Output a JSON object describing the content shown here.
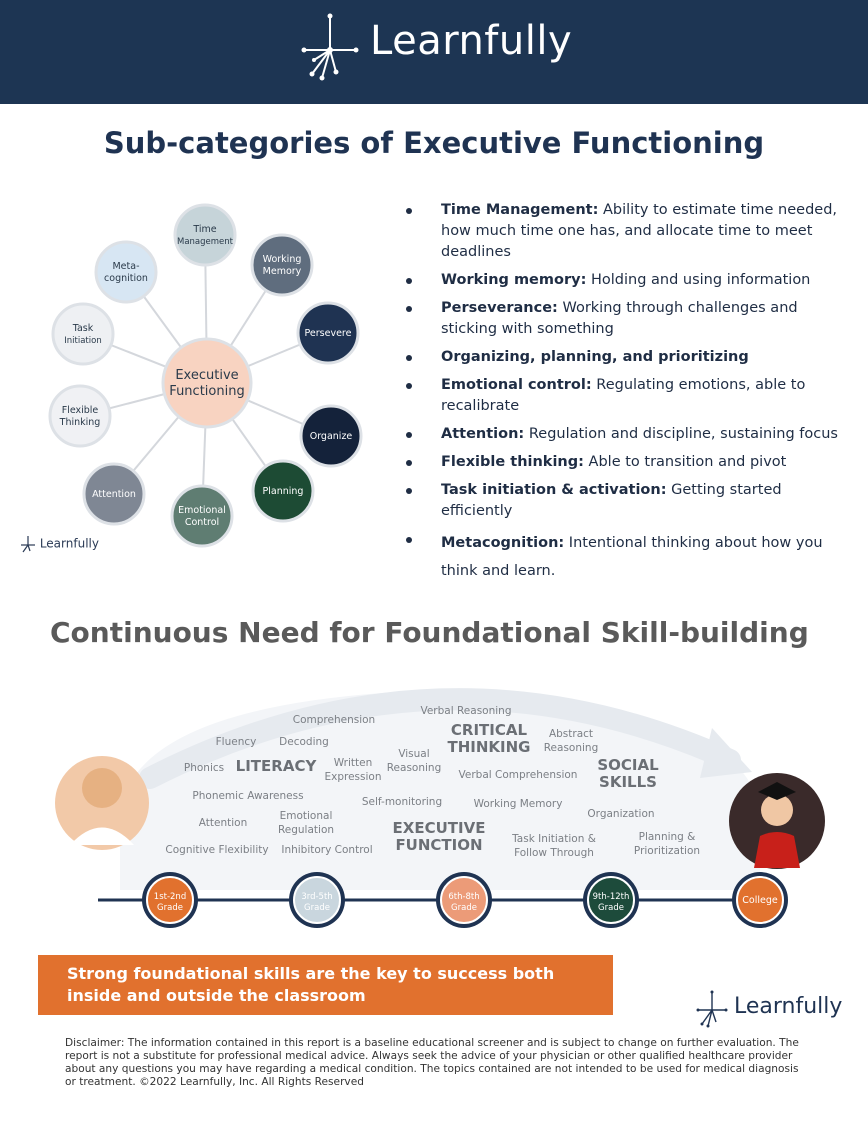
{
  "header": {
    "brand": "Learnfully"
  },
  "page_title": "Sub-categories of Executive Functioning",
  "wheel": {
    "center": [
      "Executive",
      "Functioning"
    ],
    "nodes": [
      {
        "id": "time-management",
        "lines": [
          "Time",
          "Management"
        ],
        "color": "#c6d4d9",
        "text": "#2a3a4a"
      },
      {
        "id": "working-memory",
        "lines": [
          "Working",
          "Memory"
        ],
        "color": "#5f6d7e",
        "text": "#ffffff"
      },
      {
        "id": "persevere",
        "lines": [
          "Persevere"
        ],
        "color": "#1f3352",
        "text": "#ffffff"
      },
      {
        "id": "organize",
        "lines": [
          "Organize"
        ],
        "color": "#14223a",
        "text": "#ffffff"
      },
      {
        "id": "planning",
        "lines": [
          "Planning"
        ],
        "color": "#1d4b34",
        "text": "#ffffff"
      },
      {
        "id": "emotional-control",
        "lines": [
          "Emotional",
          "Control"
        ],
        "color": "#5f7d72",
        "text": "#ffffff"
      },
      {
        "id": "attention",
        "lines": [
          "Attention"
        ],
        "color": "#7f8794",
        "text": "#ffffff"
      },
      {
        "id": "flexible-thinking",
        "lines": [
          "Flexible",
          "Thinking"
        ],
        "color": "#f0f1f4",
        "text": "#2a3a4a"
      },
      {
        "id": "task-initiation",
        "lines": [
          "Task",
          "Initiation"
        ],
        "color": "#eef0f3",
        "text": "#2a3a4a"
      },
      {
        "id": "metacognition",
        "lines": [
          "Meta-",
          "cognition"
        ],
        "color": "#d7e6f3",
        "text": "#2a3a4a"
      }
    ],
    "colors": {
      "center": "#f8d3c1",
      "spoke": "#d4d7dc",
      "ring": "#dde1e6"
    },
    "logo": "Learnfully"
  },
  "bullets": [
    {
      "term": "Time Management:",
      "text": "  Ability to estimate time needed, how much time one has, and allocate time to meet deadlines"
    },
    {
      "term": "Working memory:",
      "text": " Holding and using information"
    },
    {
      "term": "Perseverance:",
      "text": " Working through challenges and sticking with something"
    },
    {
      "term": "Organizing, planning, and prioritizing",
      "text": ""
    },
    {
      "term": "Emotional control:",
      "text": " Regulating emotions, able to recalibrate"
    },
    {
      "term": "Attention:",
      "text": " Regulation and discipline, sustaining focus"
    },
    {
      "term": "Flexible thinking:",
      "text": " Able to transition and pivot"
    },
    {
      "term": "Task initiation & activation:",
      "text": " Getting started efficiently"
    },
    {
      "term": "Metacognition:",
      "text": " Intentional thinking about how you think and learn."
    }
  ],
  "section2_title": "Continuous Need for Foundational Skill-building",
  "skills": [
    {
      "text": "Comprehension"
    },
    {
      "text": "Verbal Reasoning"
    },
    {
      "text": "Fluency"
    },
    {
      "text": "Decoding"
    },
    {
      "text": "CRITICAL THINKING",
      "big": true
    },
    {
      "text": "Abstract Reasoning"
    },
    {
      "text": "Phonics"
    },
    {
      "text": "LITERACY",
      "big": true
    },
    {
      "text": "Written Expression"
    },
    {
      "text": "Visual Reasoning"
    },
    {
      "text": "Verbal Comprehension"
    },
    {
      "text": "SOCIAL SKILLS",
      "big": true
    },
    {
      "text": "Phonemic  Awareness"
    },
    {
      "text": "Self-monitoring"
    },
    {
      "text": "Working Memory"
    },
    {
      "text": "Organization"
    },
    {
      "text": "Attention"
    },
    {
      "text": "Emotional Regulation"
    },
    {
      "text": "EXECUTIVE FUNCTION",
      "big": true
    },
    {
      "text": "Task Initiation & Follow Through"
    },
    {
      "text": "Planning & Prioritization"
    },
    {
      "text": "Cognitive Flexibility"
    },
    {
      "text": "Inhibitory Control"
    }
  ],
  "grades": [
    {
      "label": "1st-2nd Grade",
      "color": "#e1712e"
    },
    {
      "label": "3rd-5th Grade",
      "color": "#c9d6de"
    },
    {
      "label": "6th-8th Grade",
      "color": "#ec9b78"
    },
    {
      "label": "9th-12th Grade",
      "color": "#1d4b3b"
    },
    {
      "label": "College",
      "color": "#e1712e"
    }
  ],
  "banner": "Strong foundational skills are the key to success both inside and outside the classroom",
  "footer_logo": "Learnfully",
  "disclaimer": "Disclaimer: The information contained in this report is a baseline educational screener and is subject to change on further evaluation. The report is not a substitute for professional medical advice. Always seek the advice of your physician or other qualified healthcare provider about any questions you may have regarding a medical condition. The topics contained are not  intended to be used for medical diagnosis or treatment. ©2022 Learnfully, Inc. All Rights Reserved",
  "colors": {
    "navy": "#1d3553",
    "orange": "#e1712e"
  }
}
